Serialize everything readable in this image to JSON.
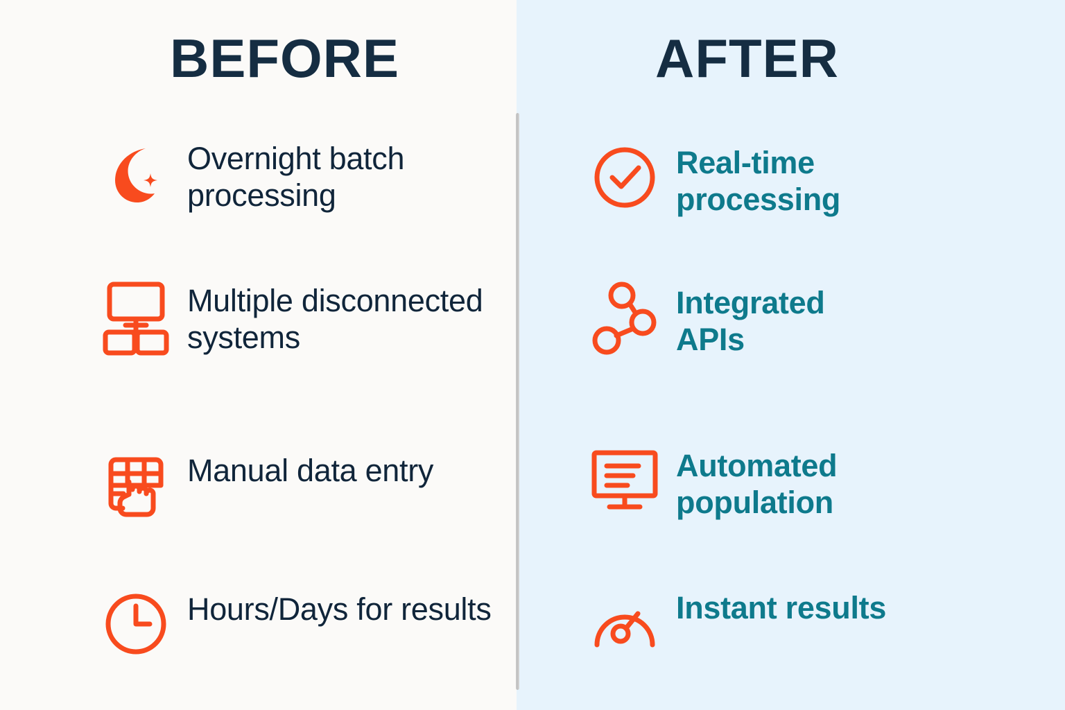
{
  "colors": {
    "accent_orange": "#F84B1E",
    "heading_navy": "#152D42",
    "before_text": "#10253A",
    "after_text": "#0E7A8C",
    "before_bg": "#FBFAF8",
    "after_bg": "#E7F3FC",
    "divider": "#C6C6C6"
  },
  "before": {
    "heading": "BEFORE",
    "items": [
      {
        "icon": "crescent-moon-icon",
        "label": "Overnight batch processing"
      },
      {
        "icon": "disconnected-monitors-icon",
        "label": "Multiple disconnected systems"
      },
      {
        "icon": "spreadsheet-hand-icon",
        "label": "Manual data entry"
      },
      {
        "icon": "clock-icon",
        "label": "Hours/Days for results"
      }
    ]
  },
  "after": {
    "heading": "AFTER",
    "items": [
      {
        "icon": "check-circle-icon",
        "label": "Real-time processing"
      },
      {
        "icon": "share-nodes-icon",
        "label": "Integrated APIs"
      },
      {
        "icon": "monitor-lines-icon",
        "label": "Automated population"
      },
      {
        "icon": "gauge-icon",
        "label": "Instant results"
      }
    ]
  }
}
